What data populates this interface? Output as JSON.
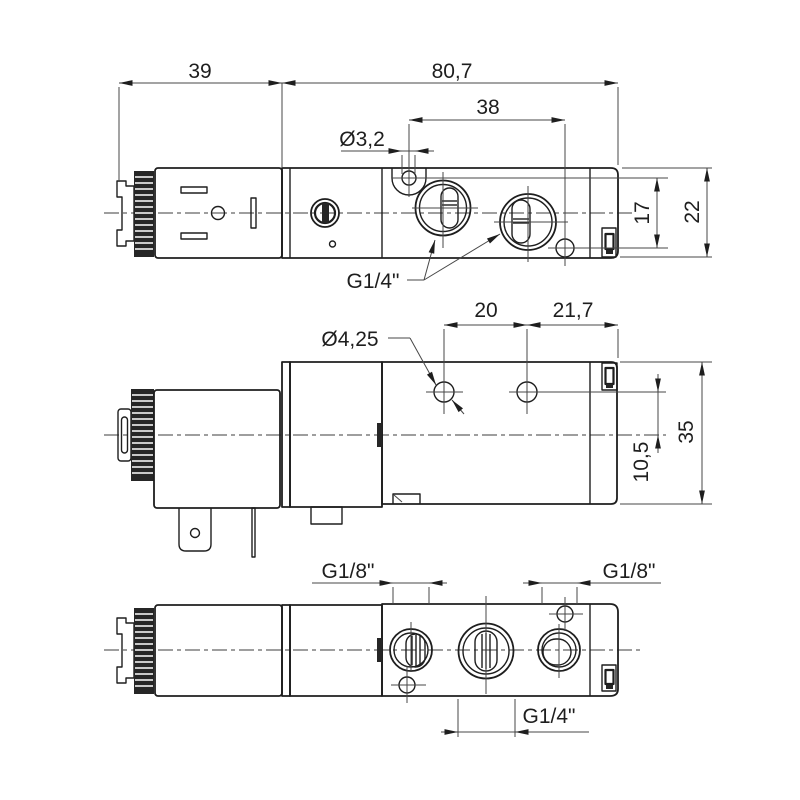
{
  "drawing": {
    "kind": "technical-dimension-drawing",
    "background": "#ffffff",
    "ink": "#1e1e1e",
    "views": {
      "top": {
        "dim_solenoid_length": "39",
        "dim_body_length": "80,7",
        "dim_hole_spacing_x": "38",
        "dim_hole_dia": "Ø3,2",
        "dim_hole_spacing_y": "17",
        "dim_body_height": "22",
        "port_thread_label": "G1/4\""
      },
      "side": {
        "dim_hole_dia": "Ø4,25",
        "dim_hole_spacing": "20",
        "dim_end_offset": "21,7",
        "dim_hole_to_axis": "10,5",
        "dim_body_height": "35"
      },
      "bottom": {
        "port_thread_left": "G1/8\"",
        "port_thread_right": "G1/8\"",
        "port_thread_center": "G1/4\""
      }
    }
  }
}
